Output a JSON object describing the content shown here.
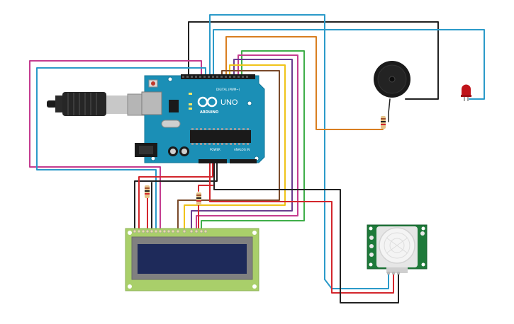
{
  "arduino": {
    "brand": "ARDUINO",
    "model": "UNO",
    "digital_header": "DIGITAL (PWM~)",
    "power_header": "POWER",
    "analog_header": "ANALOG IN",
    "color": "#1b8fb6"
  },
  "pir": {
    "color": "#1e7a3a"
  },
  "lcd": {
    "board_color": "#a9cf6a",
    "screen_color": "#1e2a5a"
  },
  "wire_colors": {
    "black": "#222222",
    "blue": "#2b9ac9",
    "red": "#d3262c",
    "magenta": "#c43c8f",
    "orange": "#d97e20",
    "green": "#3fae49",
    "yellow": "#f0c419",
    "purple": "#6a3d8f",
    "brown": "#7a4a2a"
  },
  "led": {
    "color": "#c0131a"
  }
}
